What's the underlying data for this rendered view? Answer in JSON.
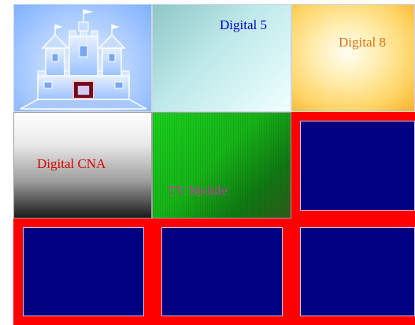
{
  "tiles": [
    {
      "id": "home",
      "label": "",
      "icon": "castle-icon"
    },
    {
      "id": "digital5",
      "label": "Digital 5",
      "label_color": "#0000cc"
    },
    {
      "id": "digital8",
      "label": "Digital 8",
      "label_color": "#e07010"
    },
    {
      "id": "digitalcna",
      "label": "Digital CNA",
      "label_color": "#dd0000"
    },
    {
      "id": "tvmobile",
      "label": "TV Mobile",
      "label_color": "#cc33aa"
    },
    {
      "id": "empty1",
      "label": ""
    },
    {
      "id": "empty2",
      "label": ""
    },
    {
      "id": "empty3",
      "label": ""
    },
    {
      "id": "empty4",
      "label": ""
    }
  ],
  "colors": {
    "frame": "#ff0000",
    "empty_tile": "#000080"
  }
}
